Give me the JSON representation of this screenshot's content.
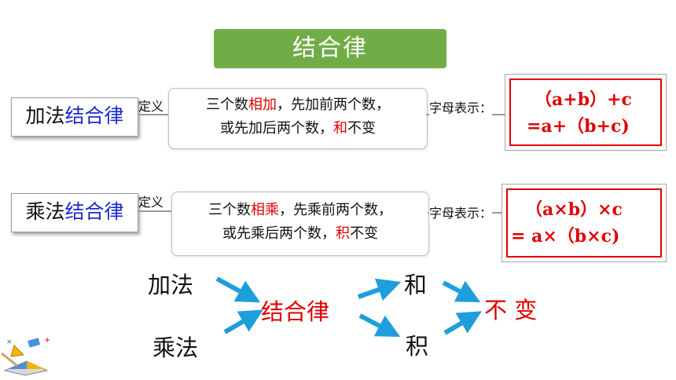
{
  "title": "结合律",
  "addition": {
    "law_prefix": "加法",
    "law_suffix": "结合律",
    "definition_tag": "定义",
    "line1_a": "三个数",
    "line1_red": "相加",
    "line1_b": "，先加前两个数，",
    "line2_a": "或先加后两个数，",
    "line2_red": "和",
    "line2_b": "不变",
    "formula_tag": "字母表示：",
    "formula_line1": "（a+b）+c",
    "formula_line2": "=a+（b+c)"
  },
  "multiplication": {
    "law_prefix": "乘法",
    "law_suffix": "结合律",
    "definition_tag": "定义",
    "line1_a": "三个数",
    "line1_red": "相乘",
    "line1_b": "，先乘前两个数，",
    "line2_a": "或先乘后两个数，",
    "line2_red": "积",
    "line2_b": "不变",
    "formula_tag": "字母表示：",
    "formula_line1": "（a×b）×c",
    "formula_line2": "= a×（b×c)"
  },
  "summary": {
    "left_top": "加法",
    "left_bottom": "乘法",
    "center": "结合律",
    "right_top": "和",
    "right_bottom": "积",
    "result": "不 变"
  },
  "colors": {
    "banner": "#70ad47",
    "accent_red": "#e00000",
    "accent_blue": "#1a2bd0",
    "arrow": "#1e9fdc"
  }
}
